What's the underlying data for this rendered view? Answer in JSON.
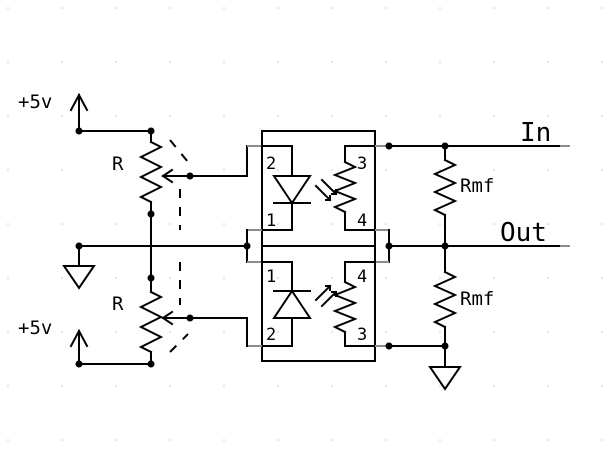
{
  "supply_label": "+5v",
  "pot_label": "R",
  "resistor_label": "Rmf",
  "in_label": "In",
  "out_label": "Out",
  "pins": {
    "top_led_anode": "2",
    "top_led_cathode": "1",
    "top_ldr_upper": "3",
    "top_ldr_lower": "4",
    "bottom_led_upper": "1",
    "bottom_led_lower": "2",
    "bottom_ldr_upper": "4",
    "bottom_ldr_lower": "3"
  }
}
